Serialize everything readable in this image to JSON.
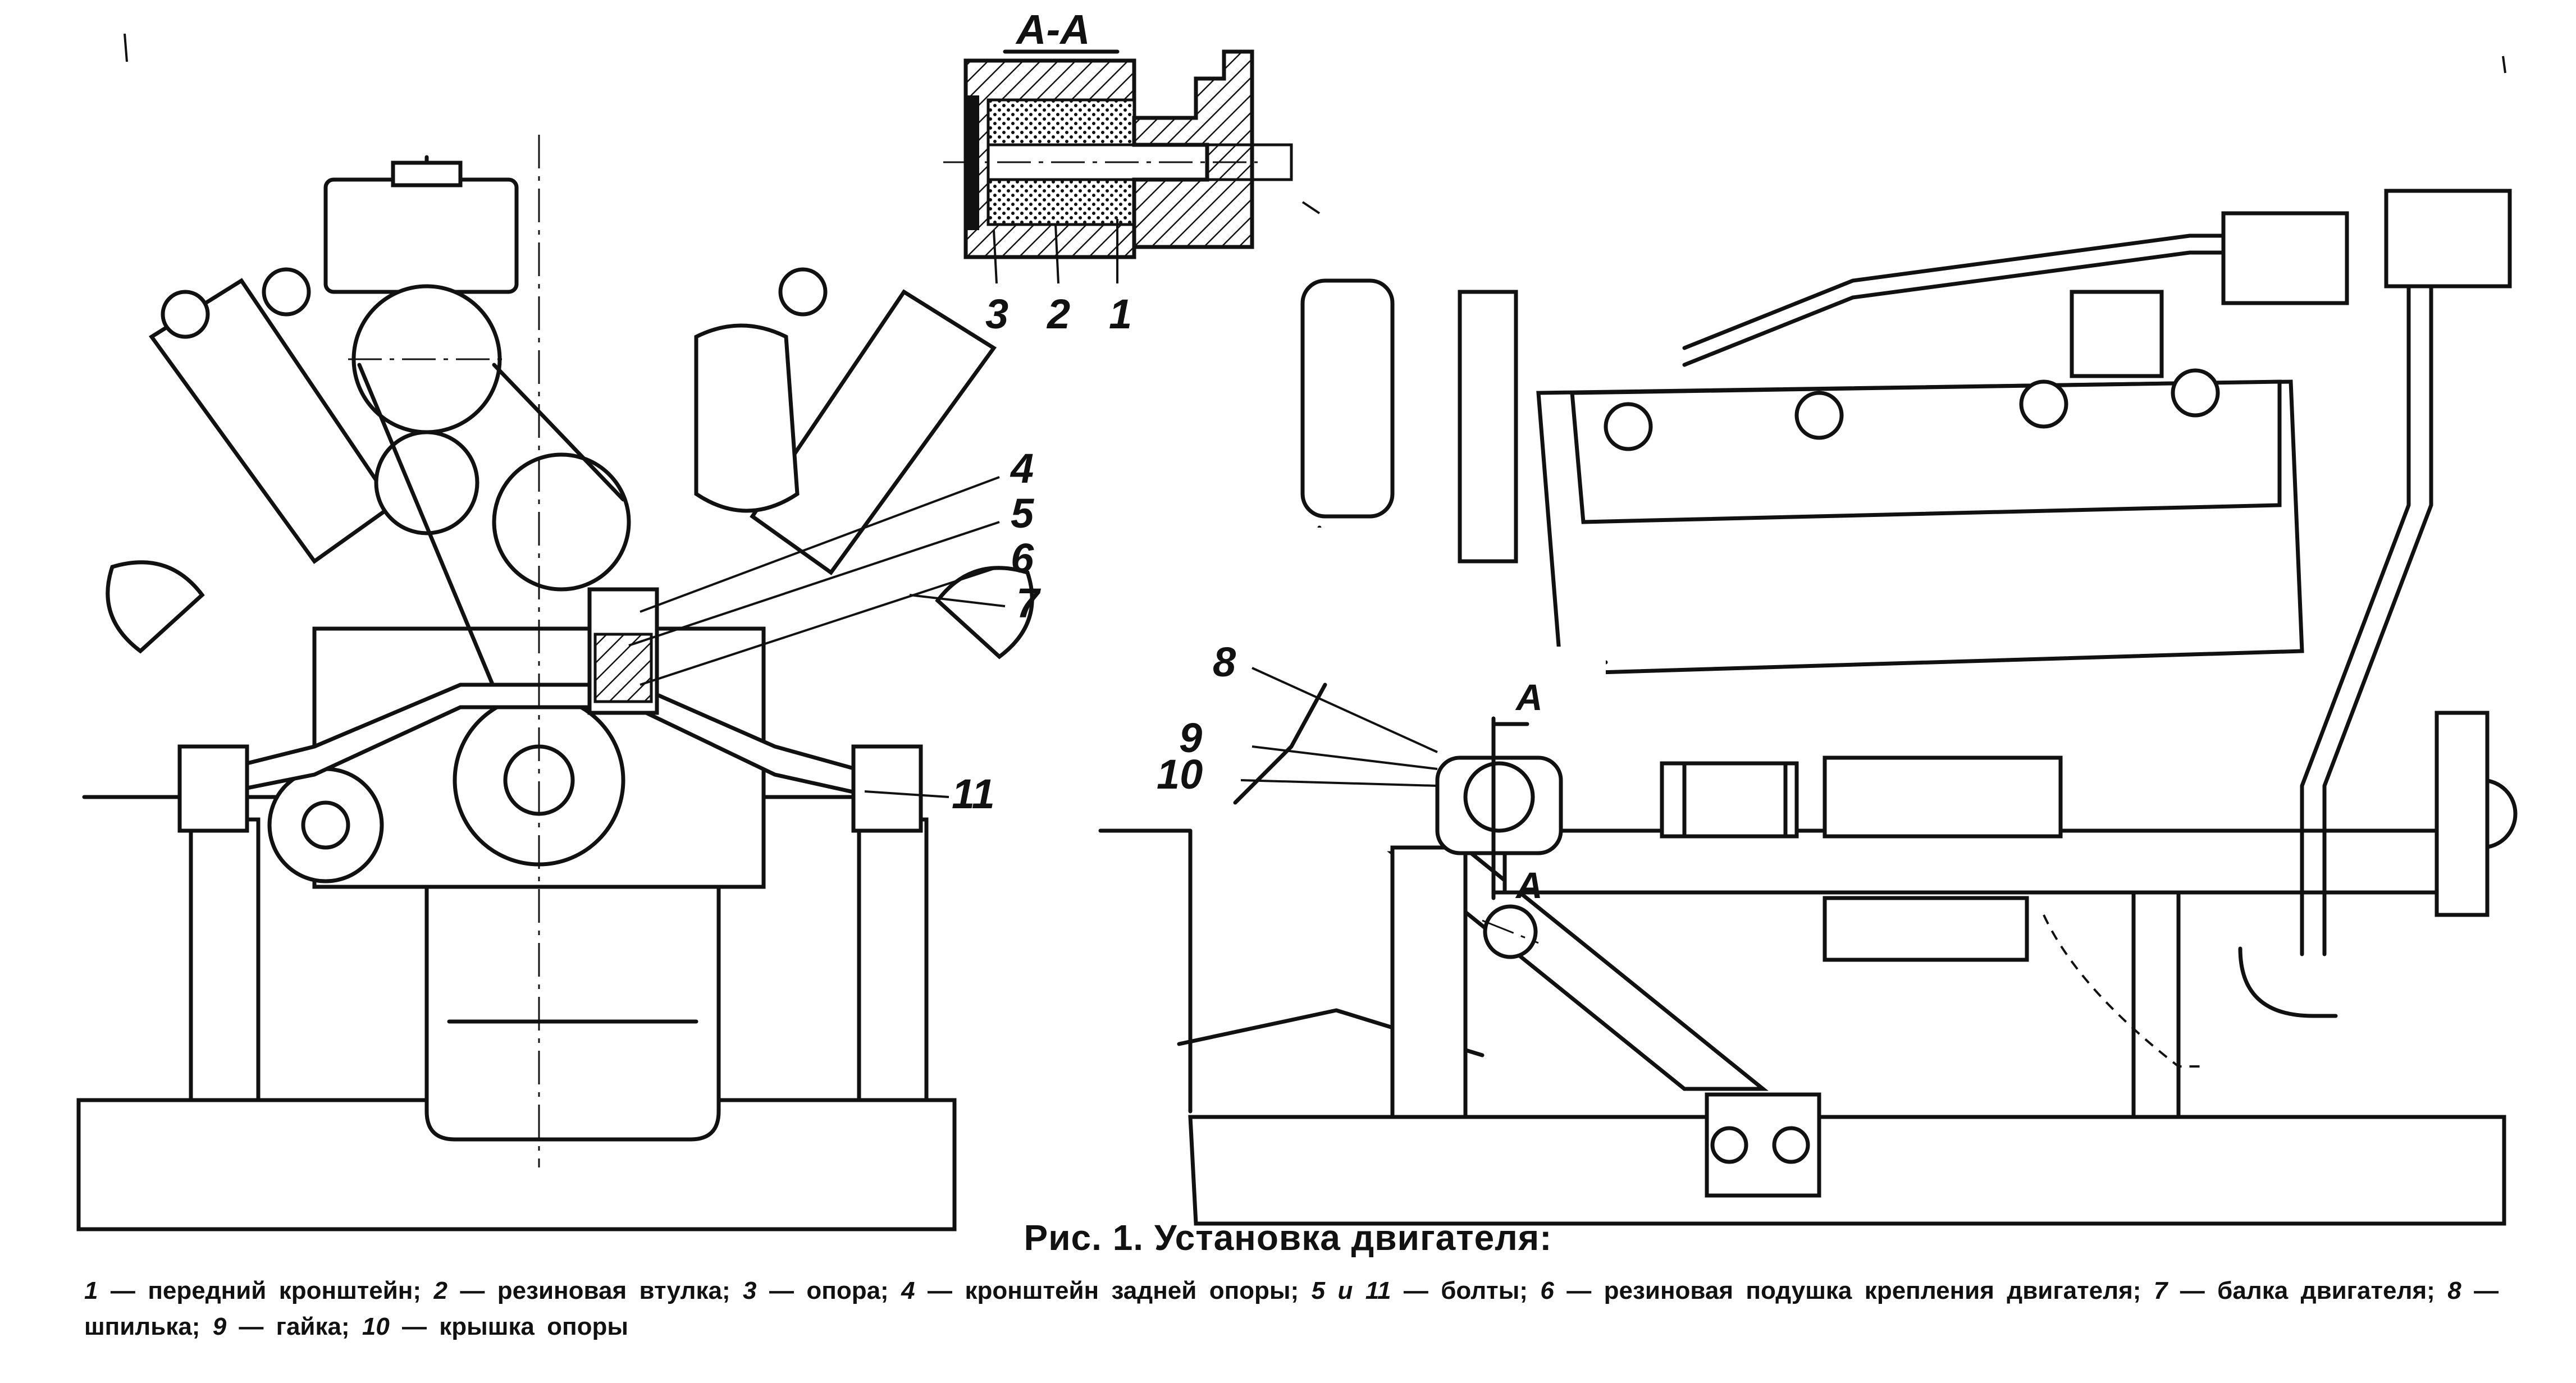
{
  "section_label": "А-А",
  "section_callouts": [
    "3",
    "2",
    "1"
  ],
  "section_marks": [
    "А",
    "А"
  ],
  "callouts": [
    "4",
    "5",
    "6",
    "7",
    "8",
    "9",
    "10",
    "11"
  ],
  "caption": {
    "title": "Рис. 1. Установка двигателя:",
    "legend": [
      {
        "n": "1",
        "text": "передний кронштейн;"
      },
      {
        "n": "2",
        "text": "резиновая втулка;"
      },
      {
        "n": "3",
        "text": "опора;"
      },
      {
        "n": "4",
        "text": "кронштейн задней опоры;"
      },
      {
        "n": "5 и 11",
        "text": "болты;"
      },
      {
        "n": "6",
        "text": "резиновая подушка крепления двигателя;"
      },
      {
        "n": "7",
        "text": "балка двигателя;"
      },
      {
        "n": "8",
        "text": "шпилька;"
      },
      {
        "n": "9",
        "text": "гайка;"
      },
      {
        "n": "10",
        "text": "крышка опоры"
      }
    ]
  }
}
